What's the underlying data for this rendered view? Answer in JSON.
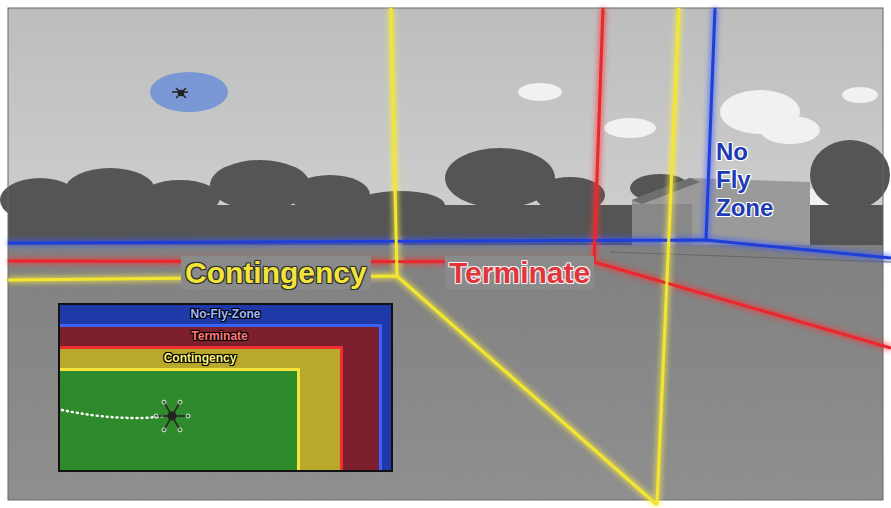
{
  "diagram": {
    "nodes": [
      {
        "text": [
          "No-Fly-Zone"
        ]
      },
      {
        "text": [
          "Terminate"
        ],
        "in": 0
      },
      {
        "text": [
          "Contingency"
        ],
        "in": 1
      }
    ],
    "labels": [
      "Contingency",
      "Terminate",
      "No Fly Zone"
    ]
  }
}
